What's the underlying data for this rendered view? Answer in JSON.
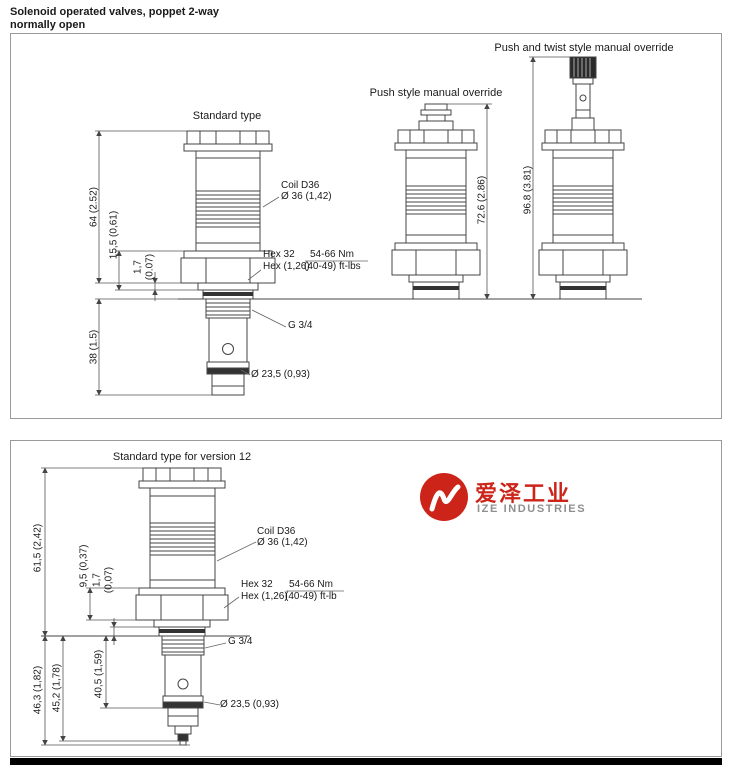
{
  "header": {
    "title_line1": "Solenoid operated valves, poppet 2-way",
    "title_line2": "normally open"
  },
  "panel_top": {
    "standard": {
      "label": "Standard type",
      "dim_64": "64 (2.52)",
      "dim_155": "15,5 (0,61)",
      "dim_17": "1,7",
      "dim_17_in": "(0.07)",
      "dim_38": "38 (1.5)",
      "coil_line1": "Coil D36",
      "coil_line2": "Ø 36 (1,42)",
      "hex_line1": "Hex 32",
      "hex_line2": "Hex (1,26)",
      "torque_line1": "54-66 Nm",
      "torque_line2": "(40-49) ft-lbs",
      "thread": "G 3/4",
      "diameter": "Ø 23,5 (0,93)"
    },
    "push": {
      "label": "Push style manual override",
      "dim_total": "72.6 (2.86)"
    },
    "push_twist": {
      "label": "Push and twist style manual override",
      "dim_total": "96.8 (3.81)"
    }
  },
  "panel_bottom": {
    "label": "Standard type for version 12",
    "dim_615": "61,5 (2,42)",
    "dim_95": "9,5 (0,37)",
    "dim_17": "1,7",
    "dim_17_in": "(0,07)",
    "dim_463": "46,3 (1,82)",
    "dim_452": "45,2 (1,78)",
    "dim_405": "40,5 (1,59)",
    "coil_line1": "Coil D36",
    "coil_line2": "Ø 36 (1,42)",
    "hex_line1": "Hex 32",
    "hex_line2": "Hex (1,26)",
    "torque_line1": "54-66 Nm",
    "torque_line2": "(40-49) ft-lb",
    "thread": "G 3/4",
    "diameter": "Ø 23,5 (0,93)",
    "logo": {
      "cn": "爱泽工业",
      "en": "IZE INDUSTRIES"
    }
  },
  "colors": {
    "logo_red": "#cc2418",
    "logo_gray": "#8f8f8f",
    "line": "#444444"
  }
}
